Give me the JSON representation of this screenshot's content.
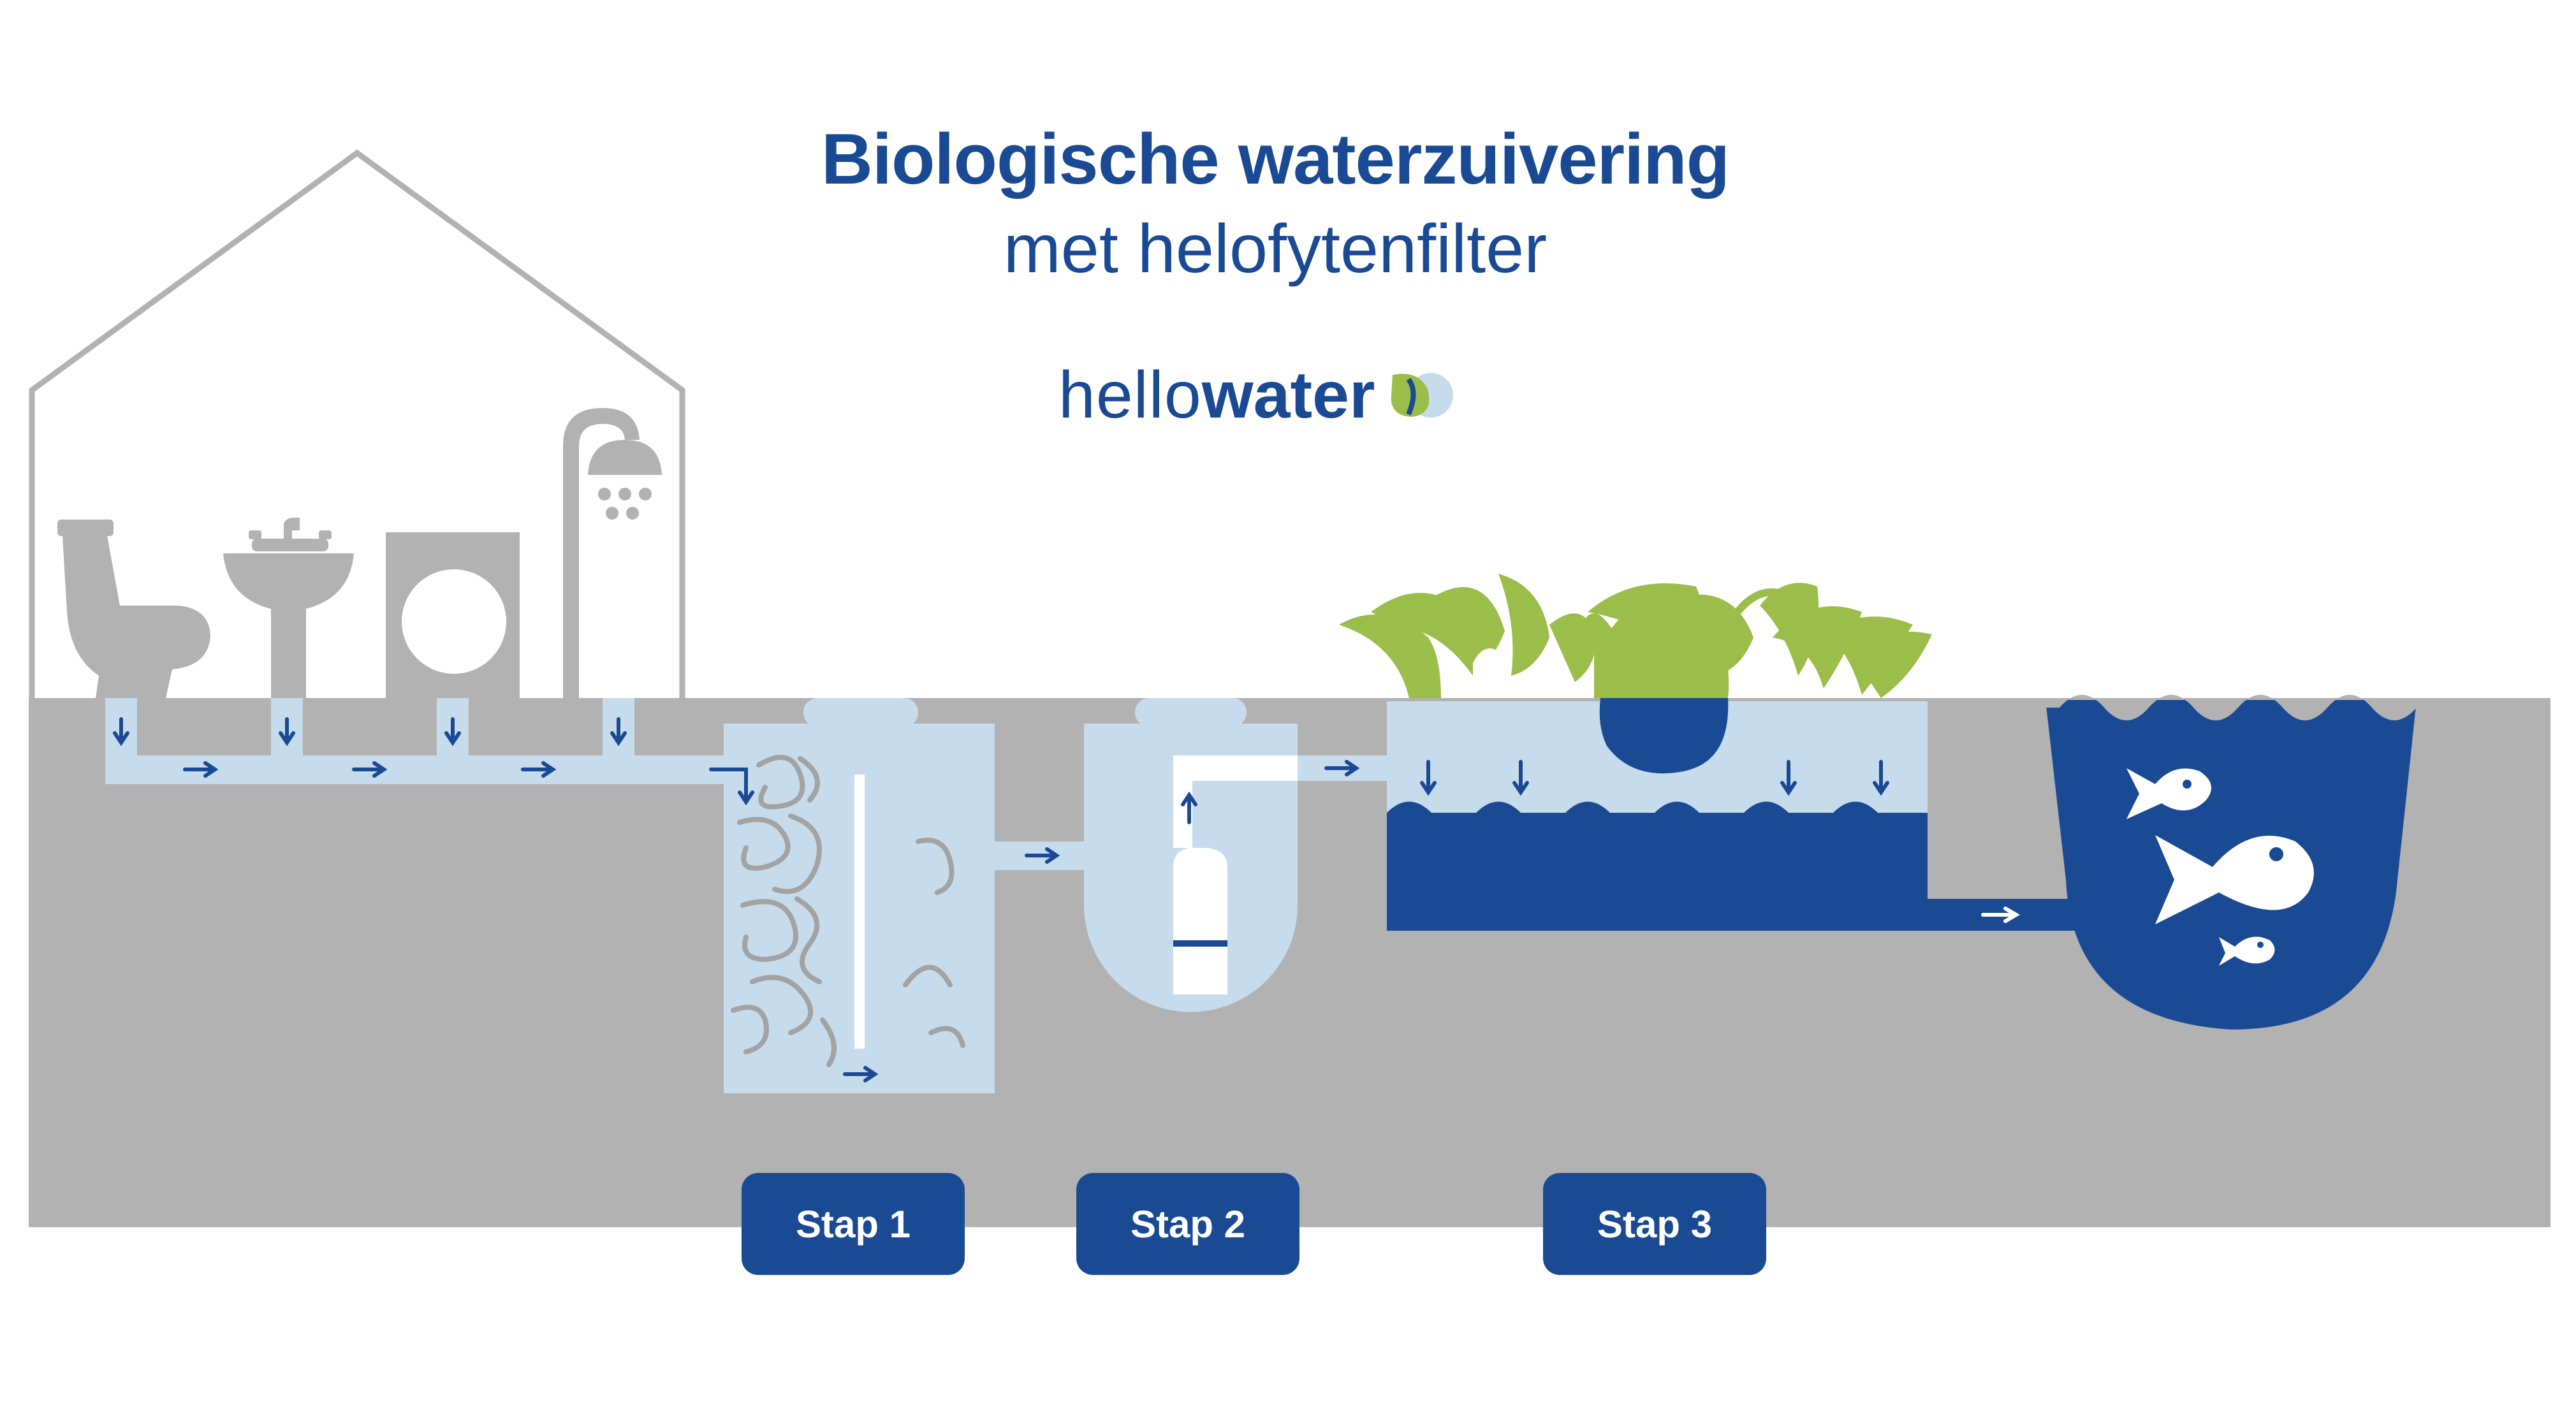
{
  "title": {
    "line1": "Biologische waterzuivering",
    "line2": "met helofytenfilter"
  },
  "brand": {
    "light": "hello",
    "bold": "water"
  },
  "steps": [
    {
      "label": "Stap 1"
    },
    {
      "label": "Stap 2"
    },
    {
      "label": "Stap 3"
    }
  ],
  "colors": {
    "dark_blue": "#1a4a94",
    "light_blue": "#c6dbeb",
    "ground_gray": "#b2b2b2",
    "house_gray": "#b2b2b2",
    "plant_green": "#9bbd4a",
    "white": "#ffffff"
  },
  "icons": [
    "house-outline",
    "toilet-icon",
    "sink-icon",
    "washing-machine-icon",
    "shower-icon",
    "fish-icon",
    "plant-icon",
    "arrow-icon"
  ]
}
